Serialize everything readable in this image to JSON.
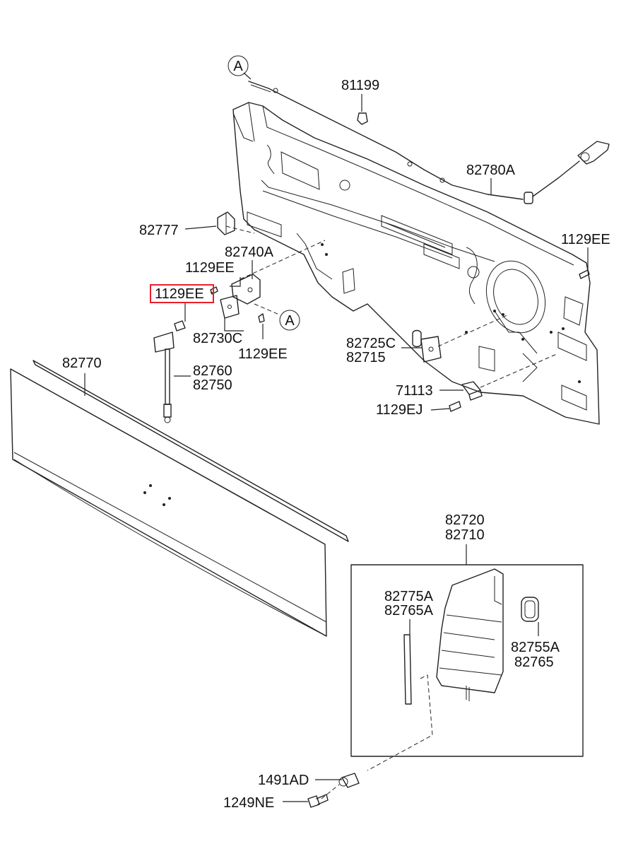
{
  "diagram": {
    "circle_ref_a_top": "A",
    "circle_ref_a_mid": "A",
    "labels": {
      "p81199": "81199",
      "p82780a": "82780A",
      "p82777": "82777",
      "p1129ee_right": "1129EE",
      "p82740a": "82740A",
      "p1129ee_a": "1129EE",
      "p1129ee_highlight": "1129EE",
      "p82730c": "82730C",
      "p1129ee_b": "1129EE",
      "p82725c": "82725C",
      "p82715": "82715",
      "p82770": "82770",
      "p82760": "82760",
      "p82750": "82750",
      "p71113": "71113",
      "p1129ej": "1129EJ",
      "p82720": "82720",
      "p82710": "82710",
      "p82775a": "82775A",
      "p82765a": "82765A",
      "p82755a": "82755A",
      "p82765": "82765",
      "p1491ad": "1491AD",
      "p1249ne": "1249NE"
    },
    "highlight_color": "#e8202a",
    "line_color": "#222222"
  }
}
